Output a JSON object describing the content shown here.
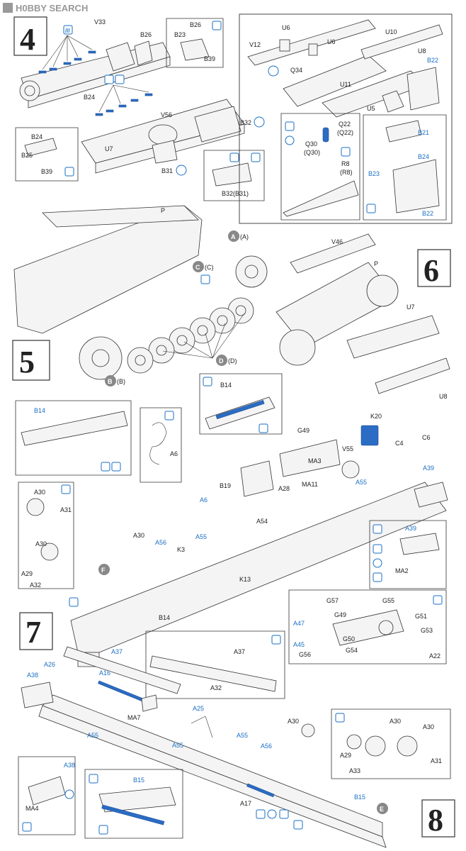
{
  "watermark": "H0BBY SEARCH",
  "steps": {
    "s4": "4",
    "s5": "5",
    "s6": "6",
    "s7": "7",
    "s8": "8"
  },
  "step4": {
    "labels": [
      "V33",
      "B26",
      "B26",
      "B23",
      "B39",
      "B24",
      "B24",
      "B25",
      "B39",
      "V56",
      "U7",
      "B31",
      "B32",
      "B32(B31)"
    ]
  },
  "step6": {
    "labels": [
      "U6",
      "U6",
      "V12",
      "U10",
      "U8",
      "B22",
      "Q34",
      "U11",
      "U5",
      "Q22",
      "(Q22)",
      "Q30",
      "(Q30)",
      "R8",
      "(R8)",
      "B21",
      "B24",
      "B23",
      "B22"
    ]
  },
  "step5": {
    "labels": [
      "P",
      "A",
      "(A)",
      "C",
      "(C)",
      "D",
      "(D)",
      "B",
      "(B)",
      "V46",
      "P",
      "U7",
      "U8"
    ]
  },
  "step7": {
    "labels": [
      "B14",
      "B14",
      "A6",
      "A30",
      "A31",
      "A30",
      "A29",
      "A32",
      "G49",
      "K20",
      "C6",
      "C4",
      "A39",
      "V55",
      "MA3",
      "MA11",
      "B19",
      "A28",
      "A6",
      "A54",
      "A55",
      "A30",
      "A56",
      "K3",
      "A55",
      "K13",
      "B14",
      "A39",
      "MA2",
      "G57",
      "G55",
      "G49",
      "G51",
      "A47",
      "A45",
      "G53",
      "G50",
      "G56",
      "G54",
      "A22"
    ],
    "callouts": [
      "F"
    ]
  },
  "step8": {
    "labels": [
      "A37",
      "A37",
      "A26",
      "A38",
      "A16",
      "A32",
      "A55",
      "MA7",
      "A25",
      "A55",
      "A55",
      "A56",
      "A30",
      "A30",
      "A30",
      "A29",
      "A31",
      "A33",
      "A17",
      "B15",
      "A38",
      "MA4",
      "B15"
    ],
    "callouts": [
      "E"
    ]
  },
  "colors": {
    "accent": "#1a6fc4",
    "parts_blue": "#2b6cc4",
    "ink": "#222222"
  }
}
